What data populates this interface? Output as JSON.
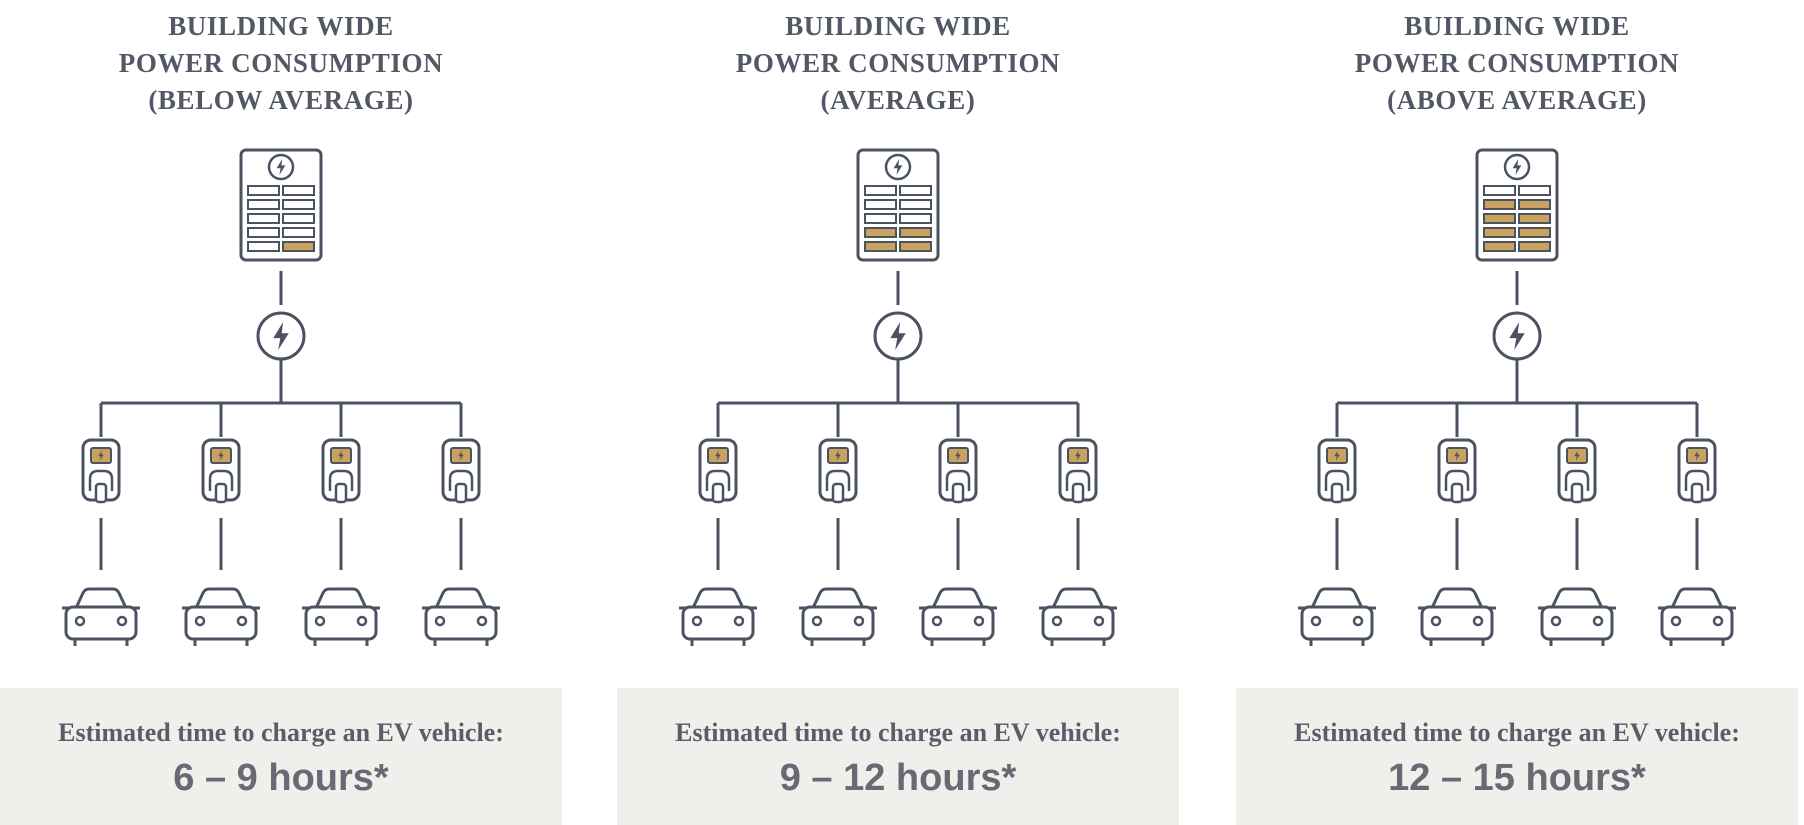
{
  "colors": {
    "line": "#4b5260",
    "accent_fill": "#c9a25f",
    "info_background": "#f1efec",
    "title_text": "#535866"
  },
  "panels": [
    {
      "title_lines": [
        "BUILDING WIDE",
        "POWER CONSUMPTION",
        "(BELOW AVERAGE)"
      ],
      "panel_rows_filled": 1,
      "chargers": 4,
      "cars": 4,
      "estimate_label": "Estimated time to charge an EV vehicle:",
      "estimate_value": "6 – 9 hours*"
    },
    {
      "title_lines": [
        "BUILDING WIDE",
        "POWER CONSUMPTION",
        "(AVERAGE)"
      ],
      "panel_rows_filled": 2,
      "chargers": 4,
      "cars": 4,
      "estimate_label": "Estimated time to charge an EV vehicle:",
      "estimate_value": "9 – 12 hours*"
    },
    {
      "title_lines": [
        "BUILDING WIDE",
        "POWER CONSUMPTION",
        "(ABOVE AVERAGE)"
      ],
      "panel_rows_filled": 4,
      "chargers": 4,
      "cars": 4,
      "estimate_label": "Estimated time to charge an EV vehicle:",
      "estimate_value": "12 – 15 hours*"
    }
  ],
  "icons": {
    "panel": "electrical-panel-icon",
    "hub": "lightning-hub-icon",
    "charger": "ev-charger-icon",
    "car": "car-icon"
  }
}
